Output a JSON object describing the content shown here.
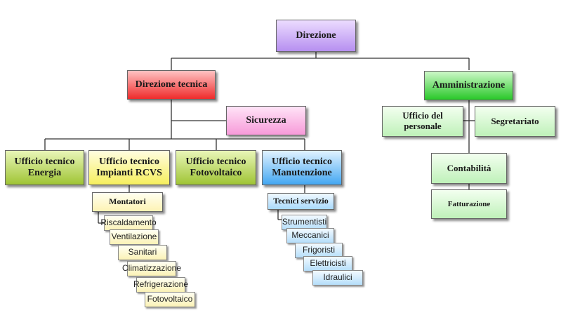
{
  "nodes": {
    "direzione": "Direzione",
    "direzione_tecnica": "Direzione tecnica",
    "amministrazione": "Amministrazione",
    "sicurezza": "Sicurezza",
    "uff_energia": "Ufficio tecnico\nEnergia",
    "uff_rcvs": "Ufficio tecnico\nImpianti RCVS",
    "uff_fotovoltaico": "Ufficio tecnico\nFotovoltaico",
    "uff_manutenzione": "Ufficio tecnico\nManutenzione",
    "ufficio_personale": "Ufficio del\npersonale",
    "segretariato": "Segretariato",
    "contabilita": "Contabilità",
    "fatturazione": "Fatturazione",
    "montatori": "Montatori",
    "tecnici_servizio": "Tecnici servizio"
  },
  "montatori_sub": [
    "Riscaldamento",
    "Ventilazione",
    "Sanitari",
    "Climatizzazione",
    "Refrigerazione",
    "Fotovoltaico"
  ],
  "tecnici_sub": [
    "Strumentisti",
    "Meccanici",
    "Frigoristi",
    "Elettricisti",
    "Idraulici"
  ]
}
